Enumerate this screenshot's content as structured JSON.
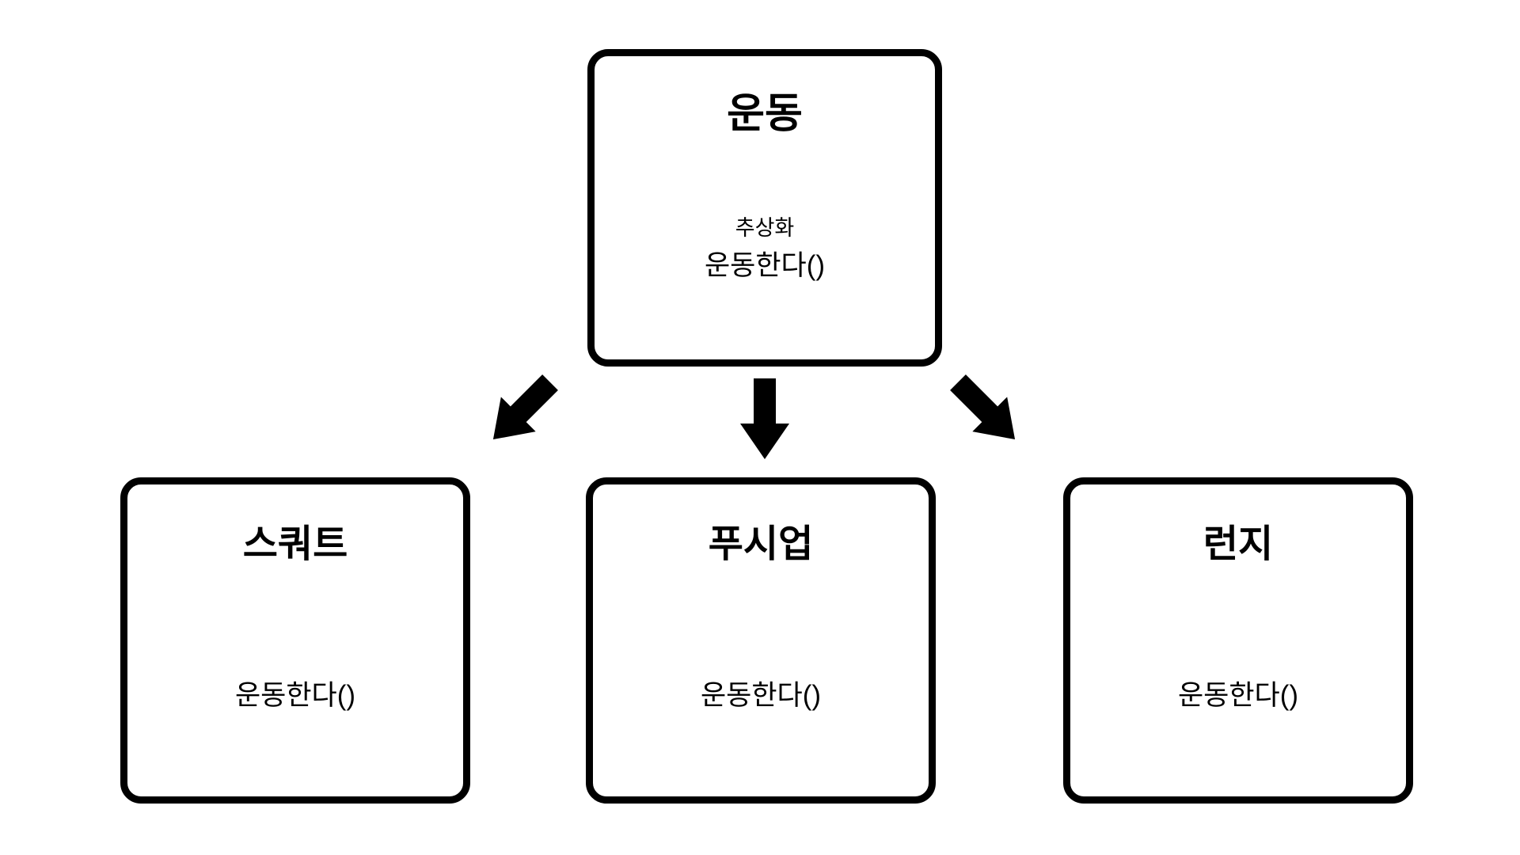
{
  "diagram": {
    "title_hint": "abstraction-inheritance-diagram",
    "parent": {
      "title": "운동",
      "stereotype": "추상화",
      "method": "운동한다()"
    },
    "children": [
      {
        "title": "스쿼트",
        "method": "운동한다()"
      },
      {
        "title": "푸시업",
        "method": "운동한다()"
      },
      {
        "title": "런지",
        "method": "운동한다()"
      }
    ],
    "arrows": [
      {
        "name": "down-left-arrow"
      },
      {
        "name": "down-arrow"
      },
      {
        "name": "down-right-arrow"
      }
    ],
    "colors": {
      "border": "#000000",
      "background": "#ffffff",
      "arrow": "#000000"
    }
  }
}
